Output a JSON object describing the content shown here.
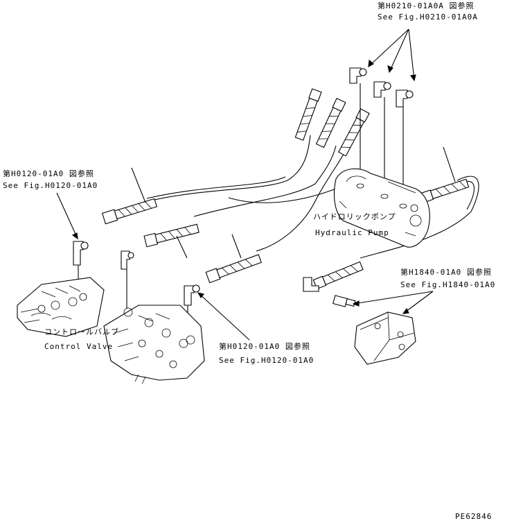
{
  "labels": {
    "ref_pump_fitting_jp": "第H0210-01A0A 図参照",
    "ref_pump_fitting_en": "See Fig.H0210-01A0A",
    "ref_cv_left_jp": "第H0120-01A0 図参照",
    "ref_cv_left_en": "See Fig.H0120-01A0",
    "ref_cv_right_jp": "第H0120-01A0 図参照",
    "ref_cv_right_en": "See Fig.H0120-01A0",
    "ref_valve_jp": "第H1840-01A0 図参照",
    "ref_valve_en": "See Fig.H1840-01A0",
    "pump_jp": "ハイドロリックポンプ",
    "pump_en": "Hydraulic Pump",
    "cv_jp": "コントロールバルブ",
    "cv_en": "Control Valve",
    "drawing_no": "PE62846"
  },
  "colors": {
    "line": "#000000",
    "background": "#ffffff"
  }
}
